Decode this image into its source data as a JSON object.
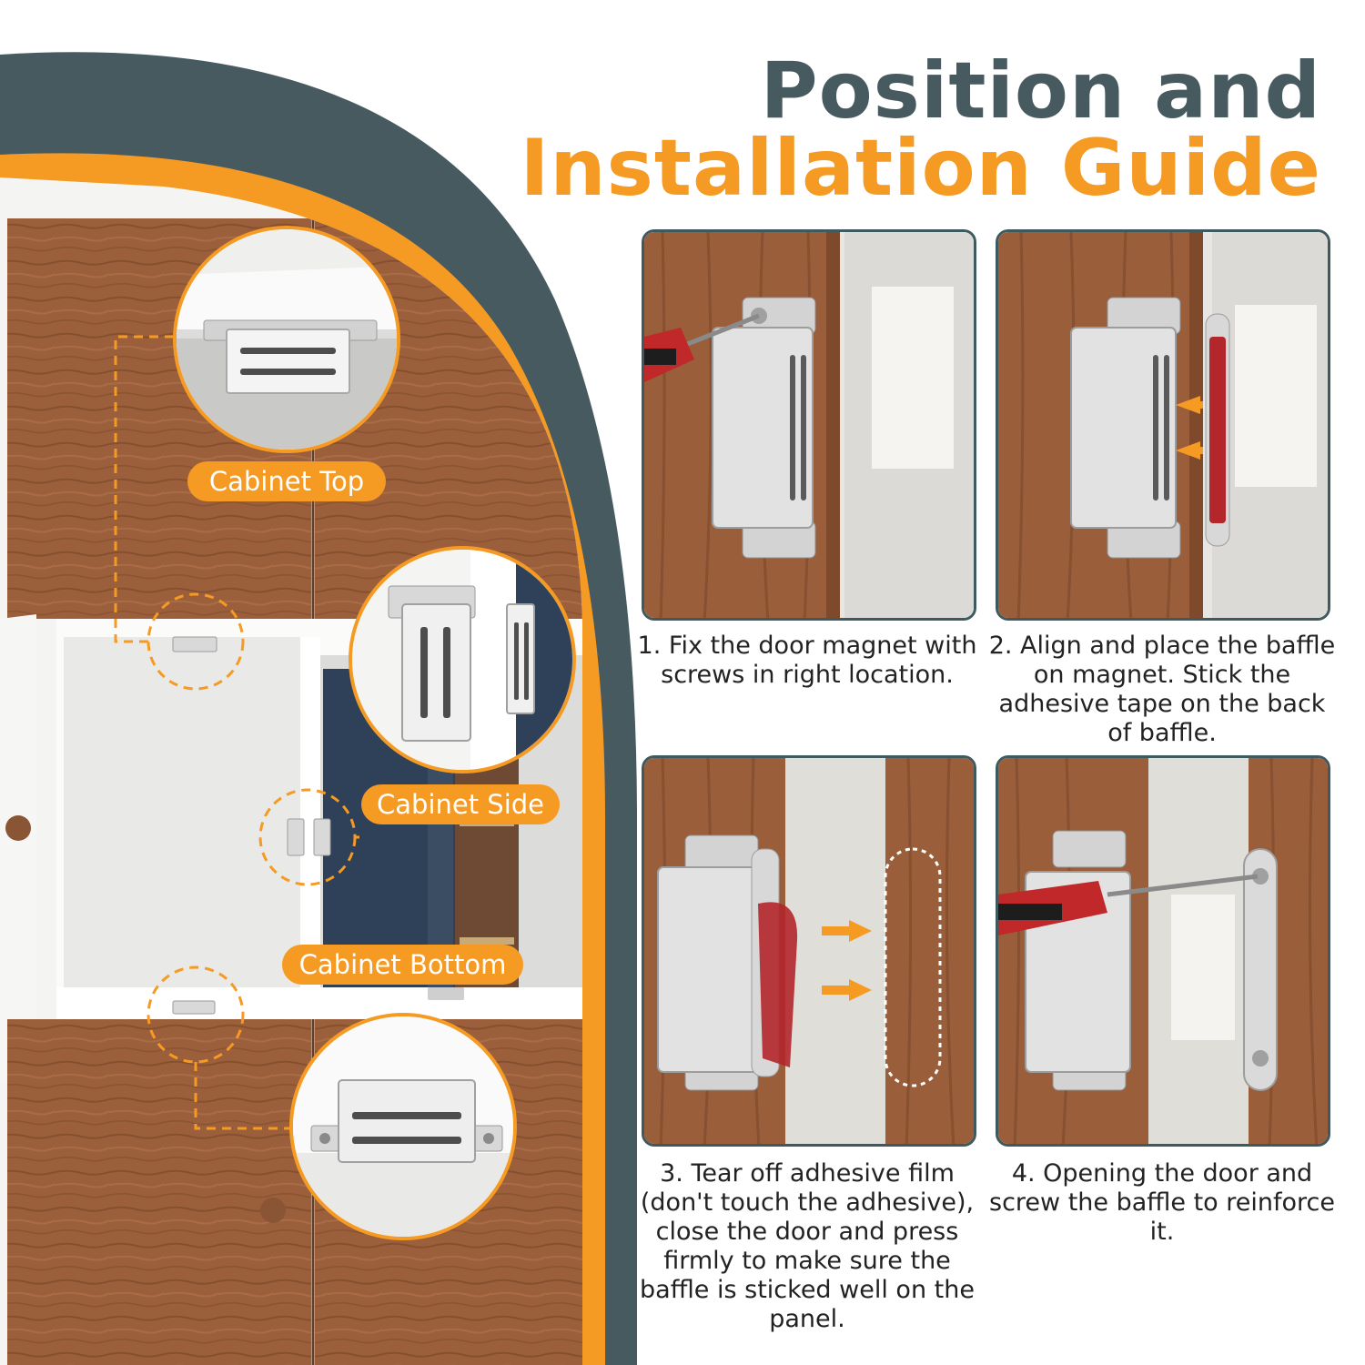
{
  "title": {
    "line1": "Position and",
    "line2": "Installation Guide"
  },
  "callouts": {
    "top": "Cabinet Top",
    "side": "Cabinet Side",
    "bottom": "Cabinet Bottom"
  },
  "steps": [
    {
      "text": "1.  Fix the door magnet with screws in right location."
    },
    {
      "text": "2. Align and place the baffle on magnet. Stick the adhesive tape on the back of baffle."
    },
    {
      "text": "3. Tear off adhesive film (don't touch the adhesive), close the door and press firmly to make sure the baffle is sticked well on the panel."
    },
    {
      "text": "4. Opening the door and screw the baffle to reinforce it."
    }
  ],
  "colors": {
    "accent": "#f59a23",
    "dark_slate": "#475a60",
    "wood": "#9a5f3c",
    "panel_border": "#3f5a5e"
  }
}
